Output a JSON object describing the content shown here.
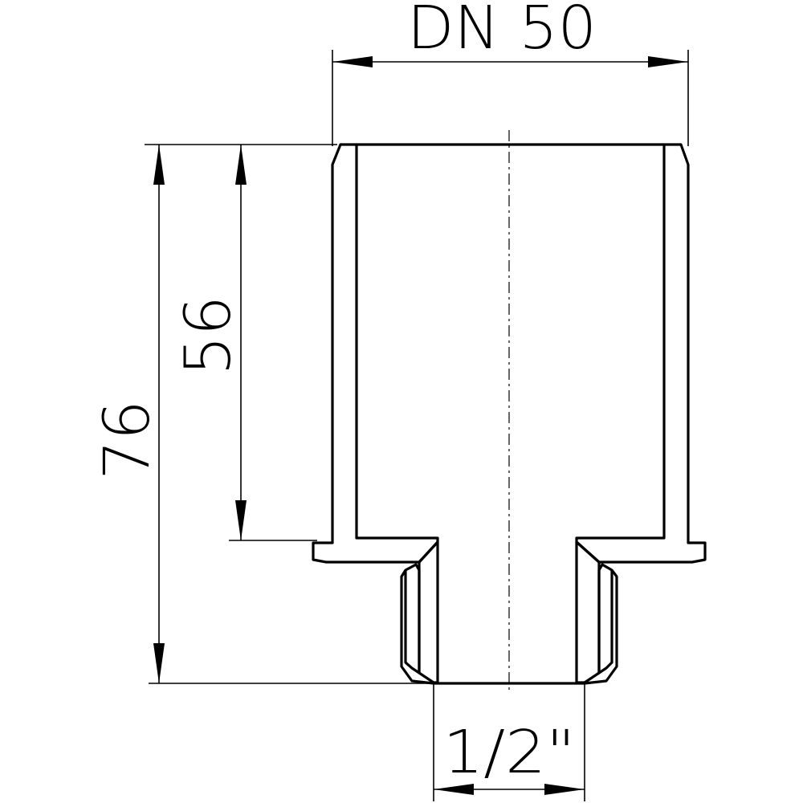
{
  "dimensions": {
    "top_width": "DN 50",
    "overall_height": "76",
    "body_height": "56",
    "outlet_thread": "1/2\""
  }
}
